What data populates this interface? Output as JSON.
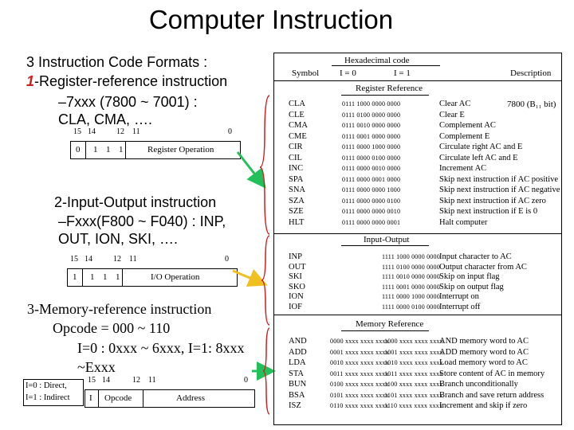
{
  "title": "Computer Instruction",
  "intro": "3 Instruction Code Formats :",
  "reg": {
    "num": "1",
    "heading": "-Register-reference instruction",
    "line2": "–7xxx (7800 ~  7001) :",
    "line3": "CLA, CMA, ….",
    "bit_labels": [
      "15",
      "14",
      "12",
      "11",
      "0"
    ],
    "bits": [
      "0",
      "1",
      "1",
      "1"
    ],
    "field": "Register Operation"
  },
  "io": {
    "heading": "2-Input-Output instruction",
    "line2": "–Fxxx(F800 ~  F040) : INP,",
    "line3": "OUT, ION, SKI, ….",
    "bit_labels": [
      "15",
      "14",
      "12",
      "11",
      "0"
    ],
    "bits": [
      "1",
      "1",
      "1",
      "1"
    ],
    "field": "I/O  Operation"
  },
  "mem": {
    "heading": "3-Memory-reference instruction",
    "line2": "Opcode = 000 ~ 110",
    "line3": "I=0 : 0xxx ~ 6xxx, I=1: 8xxx",
    "line4": "~Exxx",
    "note1": "I=0 : Direct,",
    "note2": "I=1 : Indirect",
    "bit_labels": [
      "15",
      "14",
      "12",
      "11",
      "0"
    ],
    "bit_i": "I",
    "opcode": "Opcode",
    "address": "Address"
  },
  "table": {
    "hex_title": "Hexadecimal code",
    "col_symbol": "Symbol",
    "col_i0": "I = 0",
    "col_i1": "I = 1",
    "col_desc": "Description",
    "sec_register": "Register Reference",
    "sec_io": "Input-Output",
    "sec_memory": "Memory Reference",
    "register_note": "7800 (B₁₁ bit)",
    "register_rows": [
      {
        "sym": "CLA",
        "code": "0111 1000 0000 0000",
        "desc": "Clear AC"
      },
      {
        "sym": "CLE",
        "code": "0111 0100 0000 0000",
        "desc": "Clear E"
      },
      {
        "sym": "CMA",
        "code": "0111 0010 0000 0000",
        "desc": "Complement AC"
      },
      {
        "sym": "CME",
        "code": "0111 0001 0000 0000",
        "desc": "Complement E"
      },
      {
        "sym": "CIR",
        "code": "0111 0000 1000 0000",
        "desc": "Circulate right AC and E"
      },
      {
        "sym": "CIL",
        "code": "0111 0000 0100 0000",
        "desc": "Circulate left AC and E"
      },
      {
        "sym": "INC",
        "code": "0111 0000 0010 0000",
        "desc": "Increment AC"
      },
      {
        "sym": "SPA",
        "code": "0111 0000 0001 0000",
        "desc": "Skip next instruction if AC positive"
      },
      {
        "sym": "SNA",
        "code": "0111 0000 0000 1000",
        "desc": "Skip next instruction if AC negative"
      },
      {
        "sym": "SZA",
        "code": "0111 0000 0000 0100",
        "desc": "Skip next instruction if AC zero"
      },
      {
        "sym": "SZE",
        "code": "0111 0000 0000 0010",
        "desc": "Skip next instruction if E is 0"
      },
      {
        "sym": "HLT",
        "code": "0111 0000 0000 0001",
        "desc": "Halt computer"
      }
    ],
    "io_rows": [
      {
        "sym": "INP",
        "code": "1111 1000 0000 0000",
        "desc": "Input character to AC"
      },
      {
        "sym": "OUT",
        "code": "1111 0100 0000 0000",
        "desc": "Output character from AC"
      },
      {
        "sym": "SKI",
        "code": "1111 0010 0000 0000",
        "desc": "Skip on input flag"
      },
      {
        "sym": "SKO",
        "code": "1111 0001 0000 0000",
        "desc": "Skip on output flag"
      },
      {
        "sym": "ION",
        "code": "1111 0000 1000 0000",
        "desc": "Interrupt on"
      },
      {
        "sym": "IOF",
        "code": "1111 0000 0100 0000",
        "desc": "Interrupt off"
      }
    ],
    "mem_rows": [
      {
        "sym": "AND",
        "c0": "0000 xxxx xxxx xxxx",
        "c1": "1000 xxxx xxxx xxxx",
        "desc": "AND memory word to AC"
      },
      {
        "sym": "ADD",
        "c0": "0001 xxxx xxxx xxxx",
        "c1": "1001 xxxx xxxx xxxx",
        "desc": "ADD memory word to AC"
      },
      {
        "sym": "LDA",
        "c0": "0010 xxxx xxxx xxxx",
        "c1": "1010 xxxx xxxx xxxx",
        "desc": "Load memory word to AC"
      },
      {
        "sym": "STA",
        "c0": "0011 xxxx xxxx xxxx",
        "c1": "1011 xxxx xxxx xxxx",
        "desc": "Store content of AC in memory"
      },
      {
        "sym": "BUN",
        "c0": "0100 xxxx xxxx xxxx",
        "c1": "1100 xxxx xxxx xxxx",
        "desc": "Branch unconditionally"
      },
      {
        "sym": "BSA",
        "c0": "0101 xxxx xxxx xxxx",
        "c1": "1101 xxxx xxxx xxxx",
        "desc": "Branch and save return address"
      },
      {
        "sym": "ISZ",
        "c0": "0110 xxxx xxxx xxxx",
        "c1": "1110 xxxx xxxx xxxx",
        "desc": "Increment and skip if zero"
      }
    ]
  },
  "colors": {
    "brace": "#cc1f1f",
    "arrow_green": "#22c05a",
    "arrow_yellow": "#f0c020"
  }
}
